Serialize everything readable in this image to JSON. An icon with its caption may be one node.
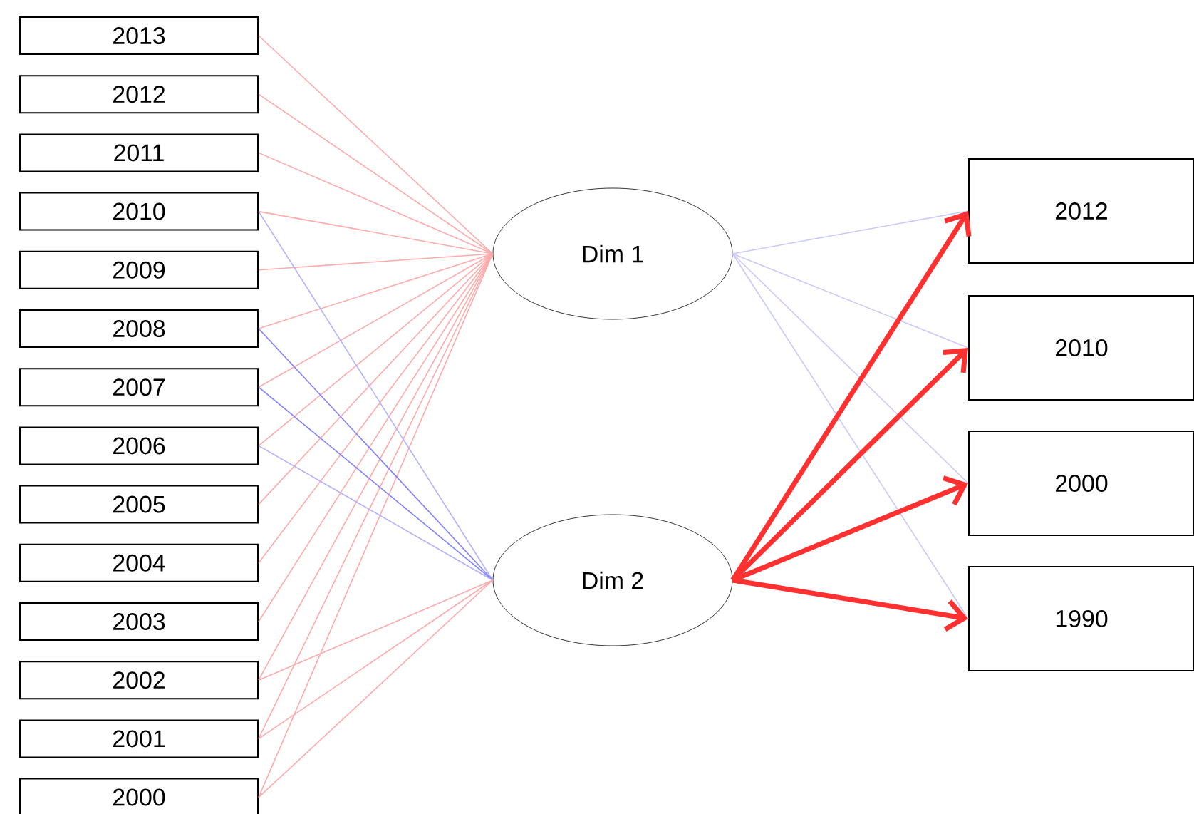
{
  "diagram": {
    "nodes": [
      {
        "text": [
          "2013"
        ]
      },
      {
        "text": [
          "2012"
        ]
      },
      {
        "text": [
          "2011"
        ]
      },
      {
        "text": [
          "2010"
        ]
      },
      {
        "text": [
          "2009"
        ]
      },
      {
        "text": [
          "2008"
        ]
      },
      {
        "text": [
          "2007"
        ]
      },
      {
        "text": [
          "2006"
        ]
      },
      {
        "text": [
          "2005"
        ]
      },
      {
        "text": [
          "2004"
        ]
      },
      {
        "text": [
          "2003"
        ]
      },
      {
        "text": [
          "2002"
        ]
      },
      {
        "text": [
          "2001"
        ]
      },
      {
        "text": [
          "2000"
        ]
      },
      {
        "text": [
          "Dim 1"
        ]
      },
      {
        "text": [
          "Dim 2"
        ]
      },
      {
        "text": [
          "2012"
        ]
      },
      {
        "text": [
          "2010"
        ]
      },
      {
        "text": [
          "2000"
        ]
      },
      {
        "text": [
          "1990"
        ]
      }
    ],
    "edges": [
      {
        "from": 0,
        "to": 14,
        "arrow": "none"
      },
      {
        "from": 1,
        "to": 14,
        "arrow": "none"
      },
      {
        "from": 2,
        "to": 14,
        "arrow": "none"
      },
      {
        "from": 3,
        "to": 14,
        "arrow": "none"
      },
      {
        "from": 4,
        "to": 14,
        "arrow": "none"
      },
      {
        "from": 5,
        "to": 14,
        "arrow": "none"
      },
      {
        "from": 6,
        "to": 14,
        "arrow": "none"
      },
      {
        "from": 7,
        "to": 14,
        "arrow": "none"
      },
      {
        "from": 8,
        "to": 14,
        "arrow": "none"
      },
      {
        "from": 9,
        "to": 14,
        "arrow": "none"
      },
      {
        "from": 10,
        "to": 14,
        "arrow": "none"
      },
      {
        "from": 11,
        "to": 14,
        "arrow": "none"
      },
      {
        "from": 12,
        "to": 14,
        "arrow": "none"
      },
      {
        "from": 13,
        "to": 14,
        "arrow": "none"
      },
      {
        "from": 3,
        "to": 15,
        "arrow": "none",
        "color": "#b0b0ff"
      },
      {
        "from": 5,
        "to": 15,
        "arrow": "none",
        "color": "#8080ff"
      },
      {
        "from": 6,
        "to": 15,
        "arrow": "none",
        "color": "#8080ff"
      },
      {
        "from": 7,
        "to": 15,
        "arrow": "none",
        "color": "#b0b0ff"
      },
      {
        "from": 11,
        "to": 15,
        "arrow": "none"
      },
      {
        "from": 12,
        "to": 15,
        "arrow": "none"
      },
      {
        "from": 13,
        "to": 15,
        "arrow": "none"
      },
      {
        "from": 14,
        "to": 16,
        "arrow": "none",
        "color": "#c8c8ff"
      },
      {
        "from": 14,
        "to": 17,
        "arrow": "none",
        "color": "#c8c8ff"
      },
      {
        "from": 14,
        "to": 18,
        "arrow": "none",
        "color": "#c8c8ff"
      },
      {
        "from": 14,
        "to": 19,
        "arrow": "none",
        "color": "#c8c8ff"
      },
      {
        "from": 15,
        "to": 16,
        "arrow": "to",
        "style": "thick",
        "color": "#ff3030"
      },
      {
        "from": 15,
        "to": 17,
        "arrow": "to",
        "style": "thick",
        "color": "#ff3030"
      },
      {
        "from": 15,
        "to": 18,
        "arrow": "to",
        "style": "thick",
        "color": "#ff3030"
      },
      {
        "from": 15,
        "to": 19,
        "arrow": "to",
        "style": "thick",
        "color": "#ff3030"
      }
    ]
  }
}
